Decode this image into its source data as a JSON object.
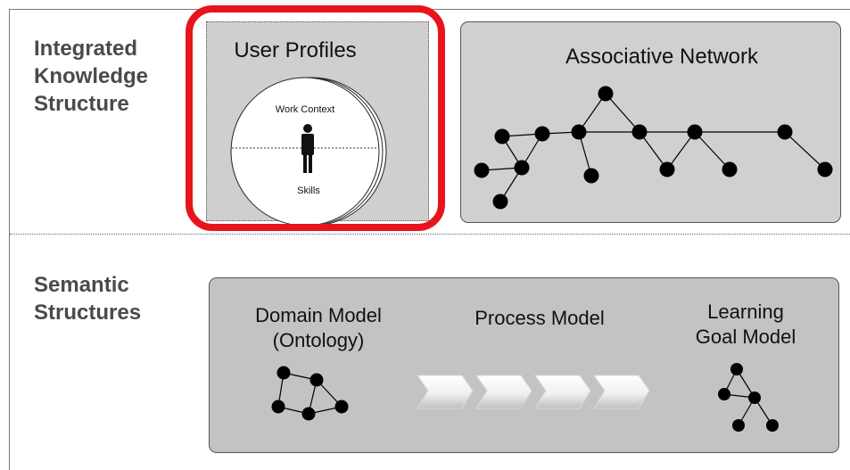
{
  "layers": {
    "integrated": [
      "Integrated",
      "Knowledge",
      "Structure"
    ],
    "semantic": [
      "Semantic",
      "Structures"
    ]
  },
  "user_profiles": {
    "title": "User Profiles",
    "top_label": "Work Context",
    "bottom_label": "Skills"
  },
  "associative_network": {
    "title": "Associative Network"
  },
  "semantic_models": {
    "domain": [
      "Domain  Model",
      "(Ontology)"
    ],
    "process": "Process Model",
    "learning": [
      "Learning",
      "Goal Model"
    ]
  },
  "colors": {
    "highlight": "#e8141b",
    "panel": "#d0d0d0",
    "semantic_panel": "#c3c3c3"
  }
}
